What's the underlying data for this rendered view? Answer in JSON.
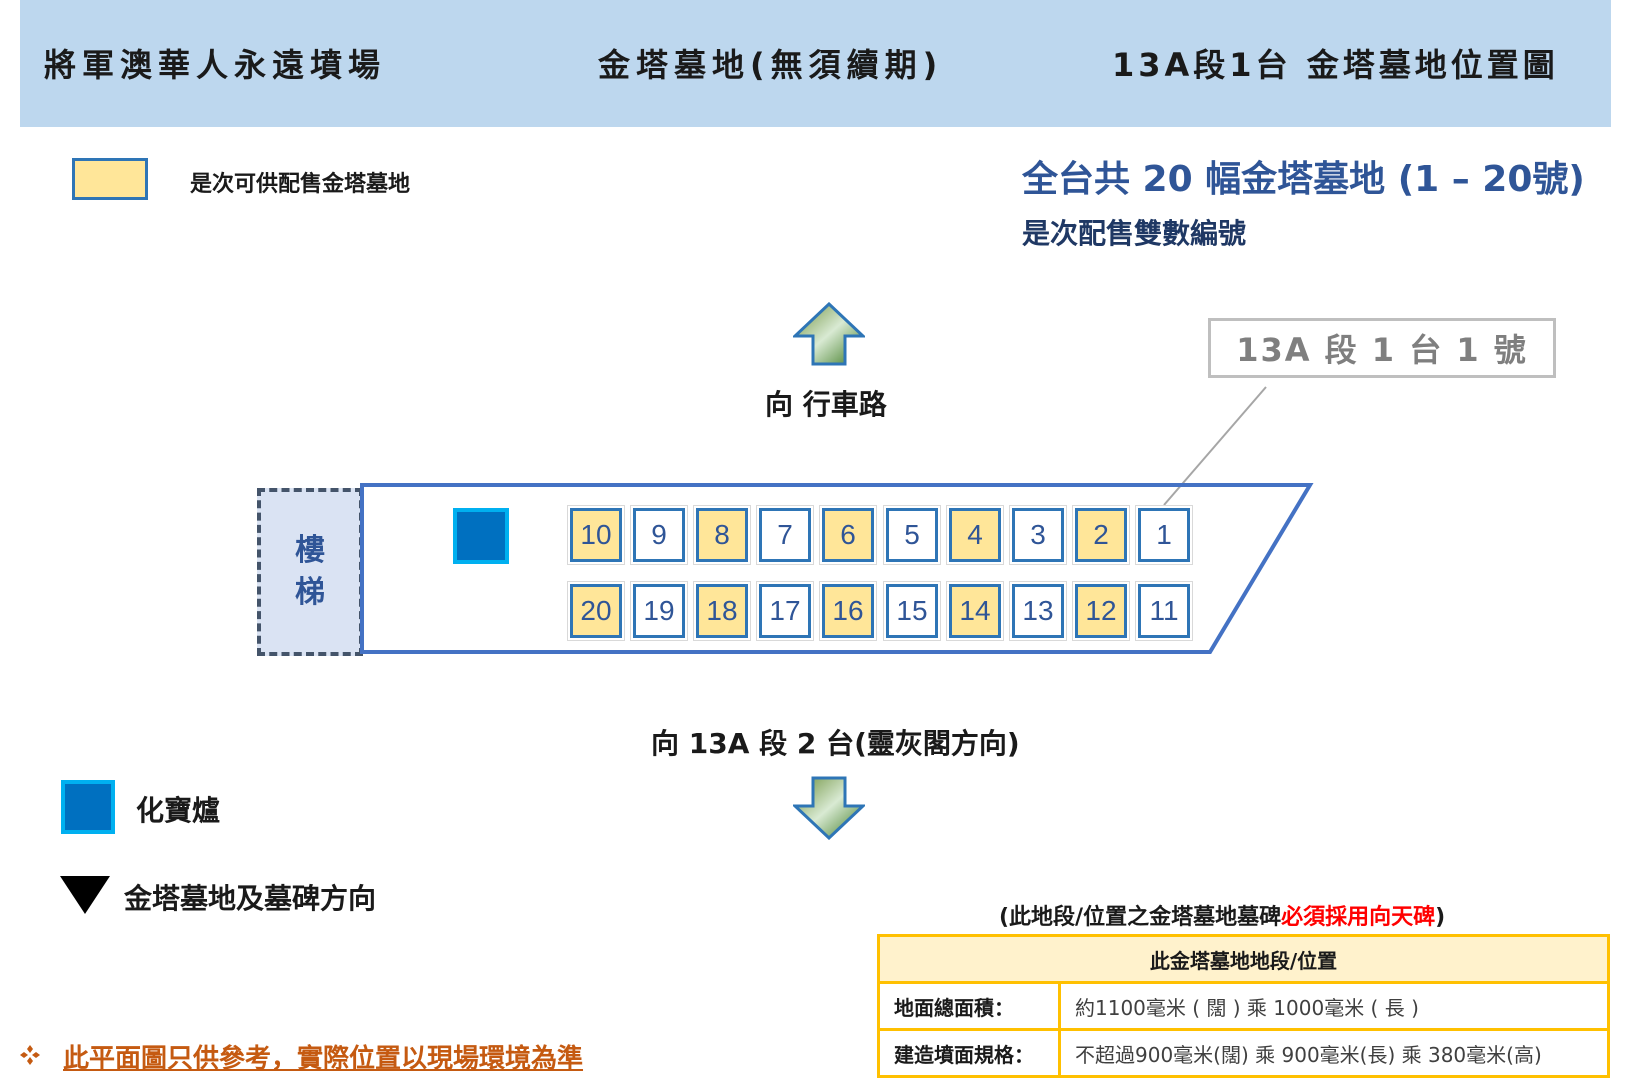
{
  "header": {
    "left": "將軍澳華人永遠墳場",
    "center": "金塔墓地(無須續期)",
    "right": "13A段1台  金塔墓地位置圖"
  },
  "legend": {
    "available_label": "是次可供配售金塔墓地",
    "furnace_label": "化寶爐",
    "direction_label": "金塔墓地及墓碑方向"
  },
  "summary": {
    "total": "全台共 20 幅金塔墓地 (1 – 20號)",
    "allocation": "是次配售雙數編號"
  },
  "callout": "13A 段 1 台 1 號",
  "directions": {
    "top": "向 行車路",
    "bottom": "向 13A 段 2 台(靈灰閣方向)"
  },
  "stairs": [
    "樓",
    "梯"
  ],
  "rows": {
    "top": [
      {
        "n": "10",
        "available": true
      },
      {
        "n": "9",
        "available": false
      },
      {
        "n": "8",
        "available": true
      },
      {
        "n": "7",
        "available": false
      },
      {
        "n": "6",
        "available": true
      },
      {
        "n": "5",
        "available": false
      },
      {
        "n": "4",
        "available": true
      },
      {
        "n": "3",
        "available": false
      },
      {
        "n": "2",
        "available": true
      },
      {
        "n": "1",
        "available": false
      }
    ],
    "bottom": [
      {
        "n": "20",
        "available": true
      },
      {
        "n": "19",
        "available": false
      },
      {
        "n": "18",
        "available": true
      },
      {
        "n": "17",
        "available": false
      },
      {
        "n": "16",
        "available": true
      },
      {
        "n": "15",
        "available": false
      },
      {
        "n": "14",
        "available": true
      },
      {
        "n": "13",
        "available": false
      },
      {
        "n": "12",
        "available": true
      },
      {
        "n": "11",
        "available": false
      }
    ]
  },
  "note": {
    "prefix": "(此地段/位置之金塔墓地墓碑",
    "emphasis": "必須採用向天碑",
    "suffix": ")"
  },
  "table": {
    "header": "此金塔墓地地段/位置",
    "rows": [
      {
        "key": "地面總面積：",
        "value": "約1100毫米 ( 闊 ) 乘 1000毫米 ( 長 )"
      },
      {
        "key": "建造墳面規格：",
        "value": "不超過900毫米(闊) 乘 900毫米(長) 乘 380毫米(高)"
      }
    ]
  },
  "disclaimer": "此平面圖只供參考，實際位置以現場環境為準",
  "colors": {
    "header_bg": "#bdd7ee",
    "available": "#ffe699",
    "plot_border": "#2e75b6",
    "furnace": "#0070c0",
    "title_blue": "#2f5597",
    "emphasis_red": "#ff0000",
    "disclaimer": "#c55a11"
  },
  "icons": [
    "up-arrow-icon",
    "down-arrow-icon",
    "triangle-down-icon",
    "diamond-bullet-icon"
  ]
}
